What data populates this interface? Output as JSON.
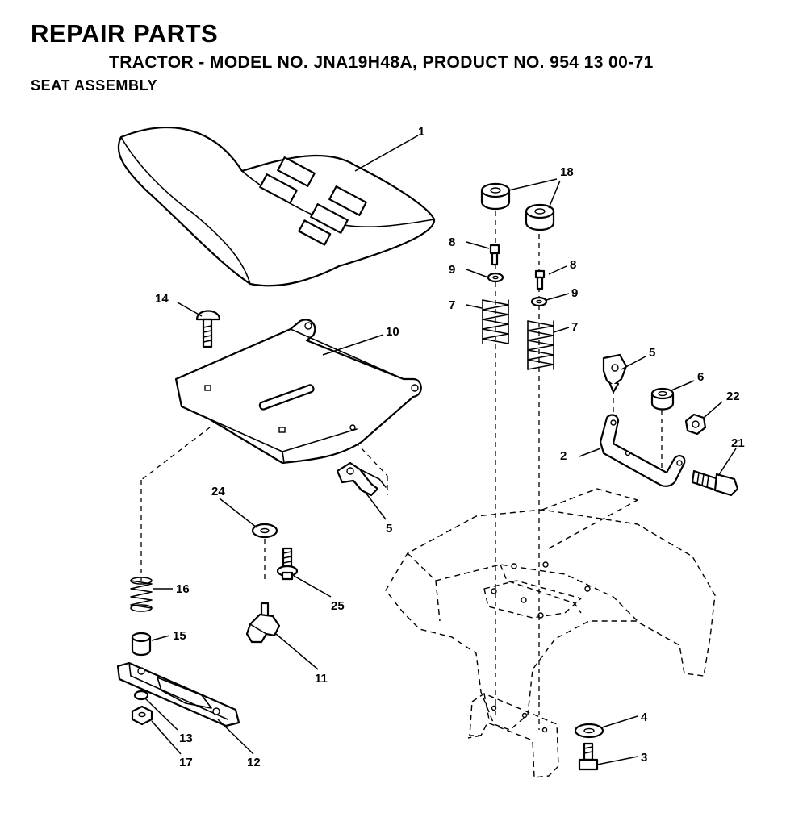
{
  "header": {
    "title": "REPAIR PARTS",
    "subtitle": "TRACTOR - MODEL NO. JNA19H48A, PRODUCT NO. 954 13 00-71",
    "section": "SEAT ASSEMBLY"
  },
  "callouts": [
    {
      "id": "c1",
      "label": "1"
    },
    {
      "id": "c18",
      "label": "18"
    },
    {
      "id": "c8a",
      "label": "8"
    },
    {
      "id": "c9a",
      "label": "9"
    },
    {
      "id": "c7a",
      "label": "7"
    },
    {
      "id": "c8b",
      "label": "8"
    },
    {
      "id": "c9b",
      "label": "9"
    },
    {
      "id": "c7b",
      "label": "7"
    },
    {
      "id": "c14",
      "label": "14"
    },
    {
      "id": "c10",
      "label": "10"
    },
    {
      "id": "c5a",
      "label": "5"
    },
    {
      "id": "c6",
      "label": "6"
    },
    {
      "id": "c22",
      "label": "22"
    },
    {
      "id": "c2",
      "label": "2"
    },
    {
      "id": "c21",
      "label": "21"
    },
    {
      "id": "c24",
      "label": "24"
    },
    {
      "id": "c5b",
      "label": "5"
    },
    {
      "id": "c25",
      "label": "25"
    },
    {
      "id": "c16",
      "label": "16"
    },
    {
      "id": "c15",
      "label": "15"
    },
    {
      "id": "c11",
      "label": "11"
    },
    {
      "id": "c13",
      "label": "13"
    },
    {
      "id": "c17",
      "label": "17"
    },
    {
      "id": "c12",
      "label": "12"
    },
    {
      "id": "c4",
      "label": "4"
    },
    {
      "id": "c3",
      "label": "3"
    }
  ]
}
